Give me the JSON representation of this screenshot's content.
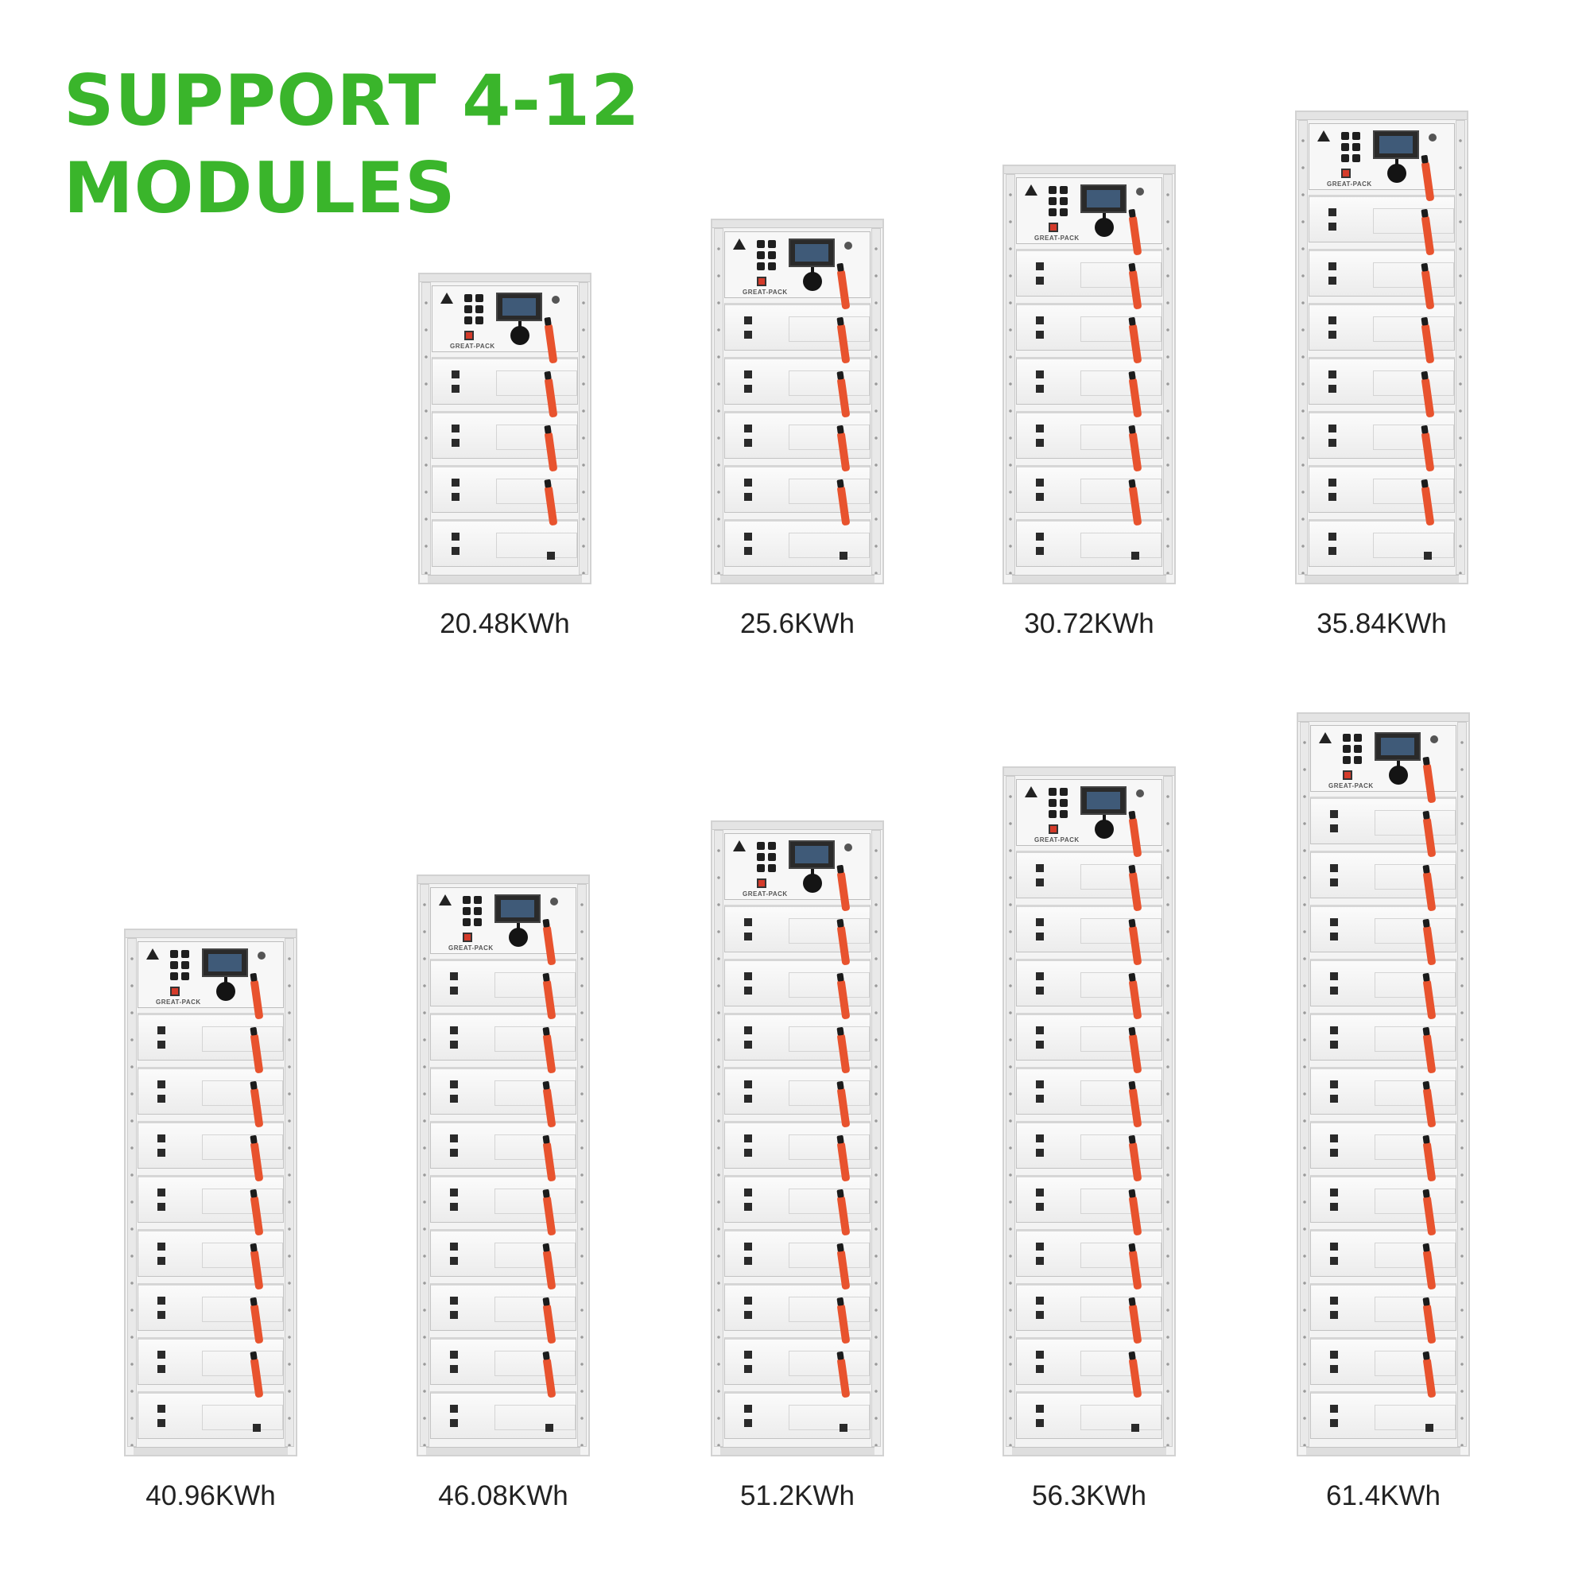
{
  "headline": {
    "line1": "SUPPORT 4-12",
    "line2": "MODULES"
  },
  "brand": "GREAT-PACK",
  "configs": [
    {
      "capacity": "20.48KWh",
      "modules": 4
    },
    {
      "capacity": "25.6KWh",
      "modules": 5
    },
    {
      "capacity": "30.72KWh",
      "modules": 6
    },
    {
      "capacity": "35.84KWh",
      "modules": 7
    },
    {
      "capacity": "40.96KWh",
      "modules": 8
    },
    {
      "capacity": "46.08KWh",
      "modules": 9
    },
    {
      "capacity": "51.2KWh",
      "modules": 10
    },
    {
      "capacity": "56.3KWh",
      "modules": 11
    },
    {
      "capacity": "61.4KWh",
      "modules": 12
    }
  ],
  "colors": {
    "headline": "#3ab52b",
    "cable": "#e8532e",
    "caption": "#222222"
  }
}
